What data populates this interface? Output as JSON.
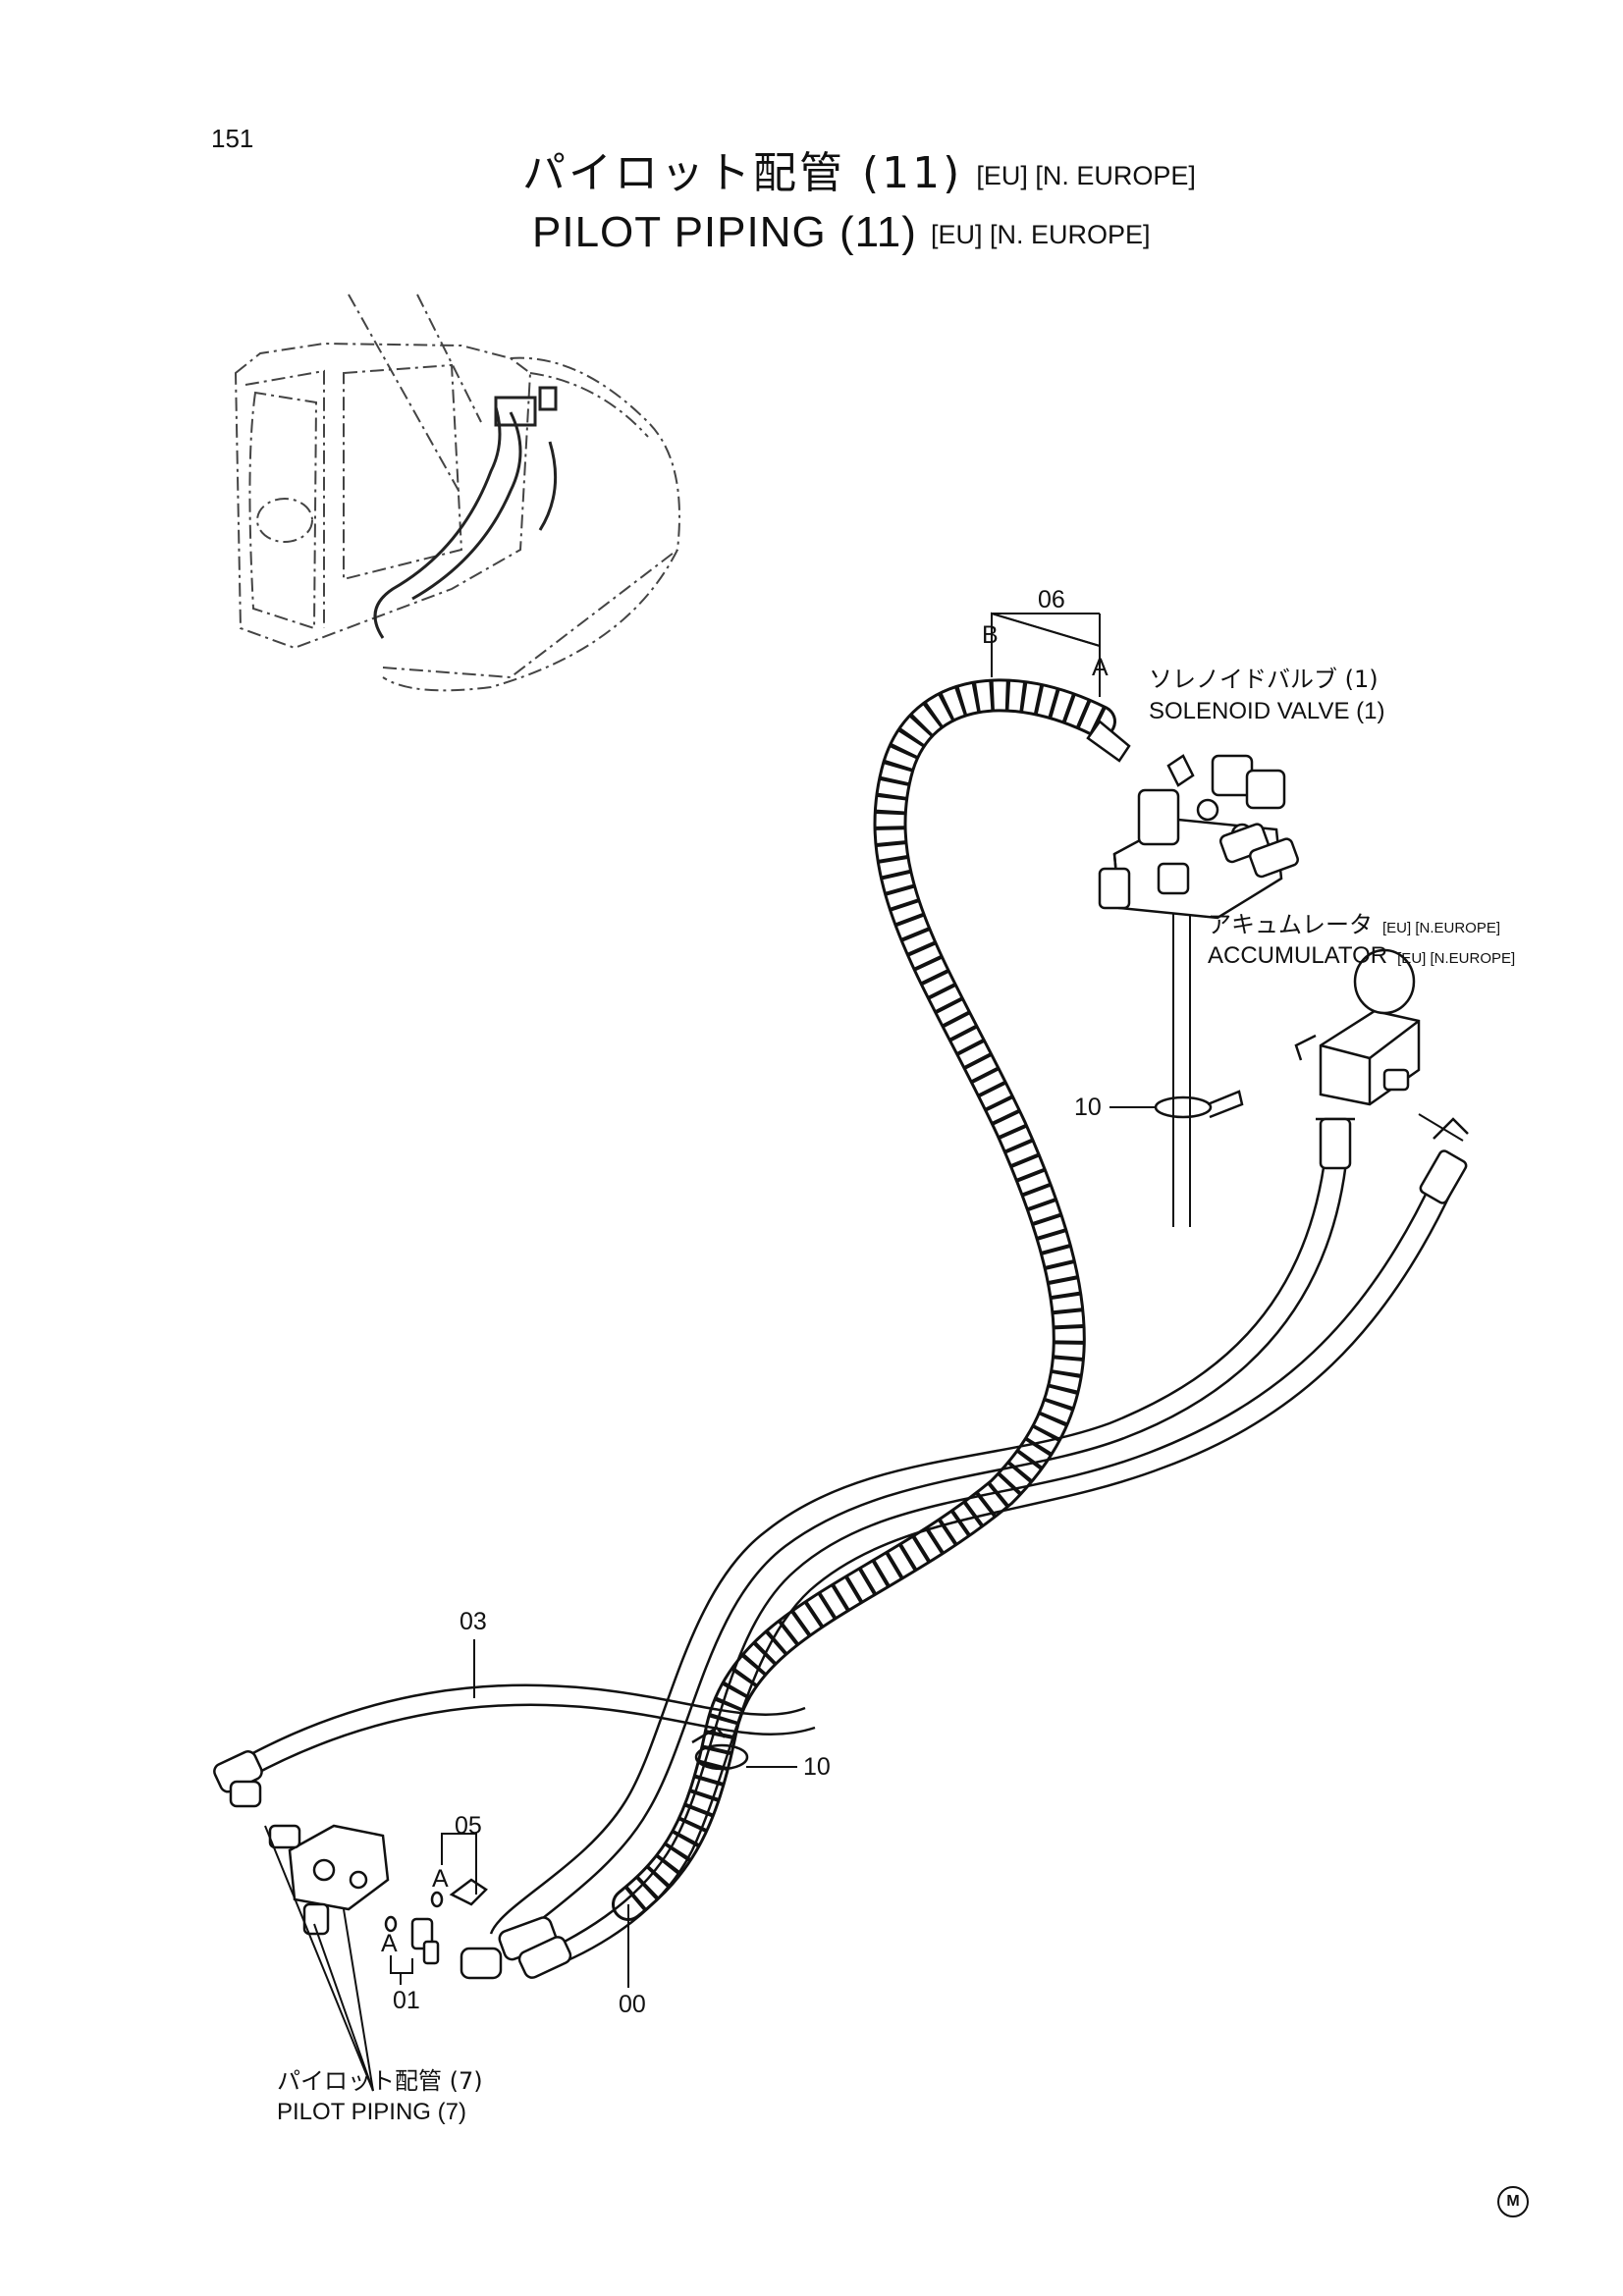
{
  "page_number": "151",
  "title": {
    "japanese": "パイロット配管 (11)",
    "english": "PILOT PIPING (11)",
    "region_tag": "[EU] [N. EUROPE]"
  },
  "callouts": {
    "hose_06": "06",
    "end_b": "B",
    "end_a_top": "A",
    "clamp_10_upper": "10",
    "hose_03": "03",
    "clamp_10_lower": "10",
    "fitting_05": "05",
    "marker_a_upper": "A",
    "marker_a_lower": "A",
    "fitting_01": "01",
    "hose_00": "00"
  },
  "components": {
    "solenoid_valve": {
      "japanese": "ソレノイドバルブ (1)",
      "english": "SOLENOID VALVE (1)"
    },
    "accumulator": {
      "japanese": "アキュムレータ",
      "english": "ACCUMULATOR",
      "tag": "[EU] [N.EUROPE]"
    },
    "pilot_piping_ref": {
      "japanese": "パイロット配管 (7)",
      "english": "PILOT PIPING (7)"
    }
  },
  "mark": "M",
  "colors": {
    "ink": "#111111",
    "paper": "#ffffff",
    "guide": "#888888"
  }
}
